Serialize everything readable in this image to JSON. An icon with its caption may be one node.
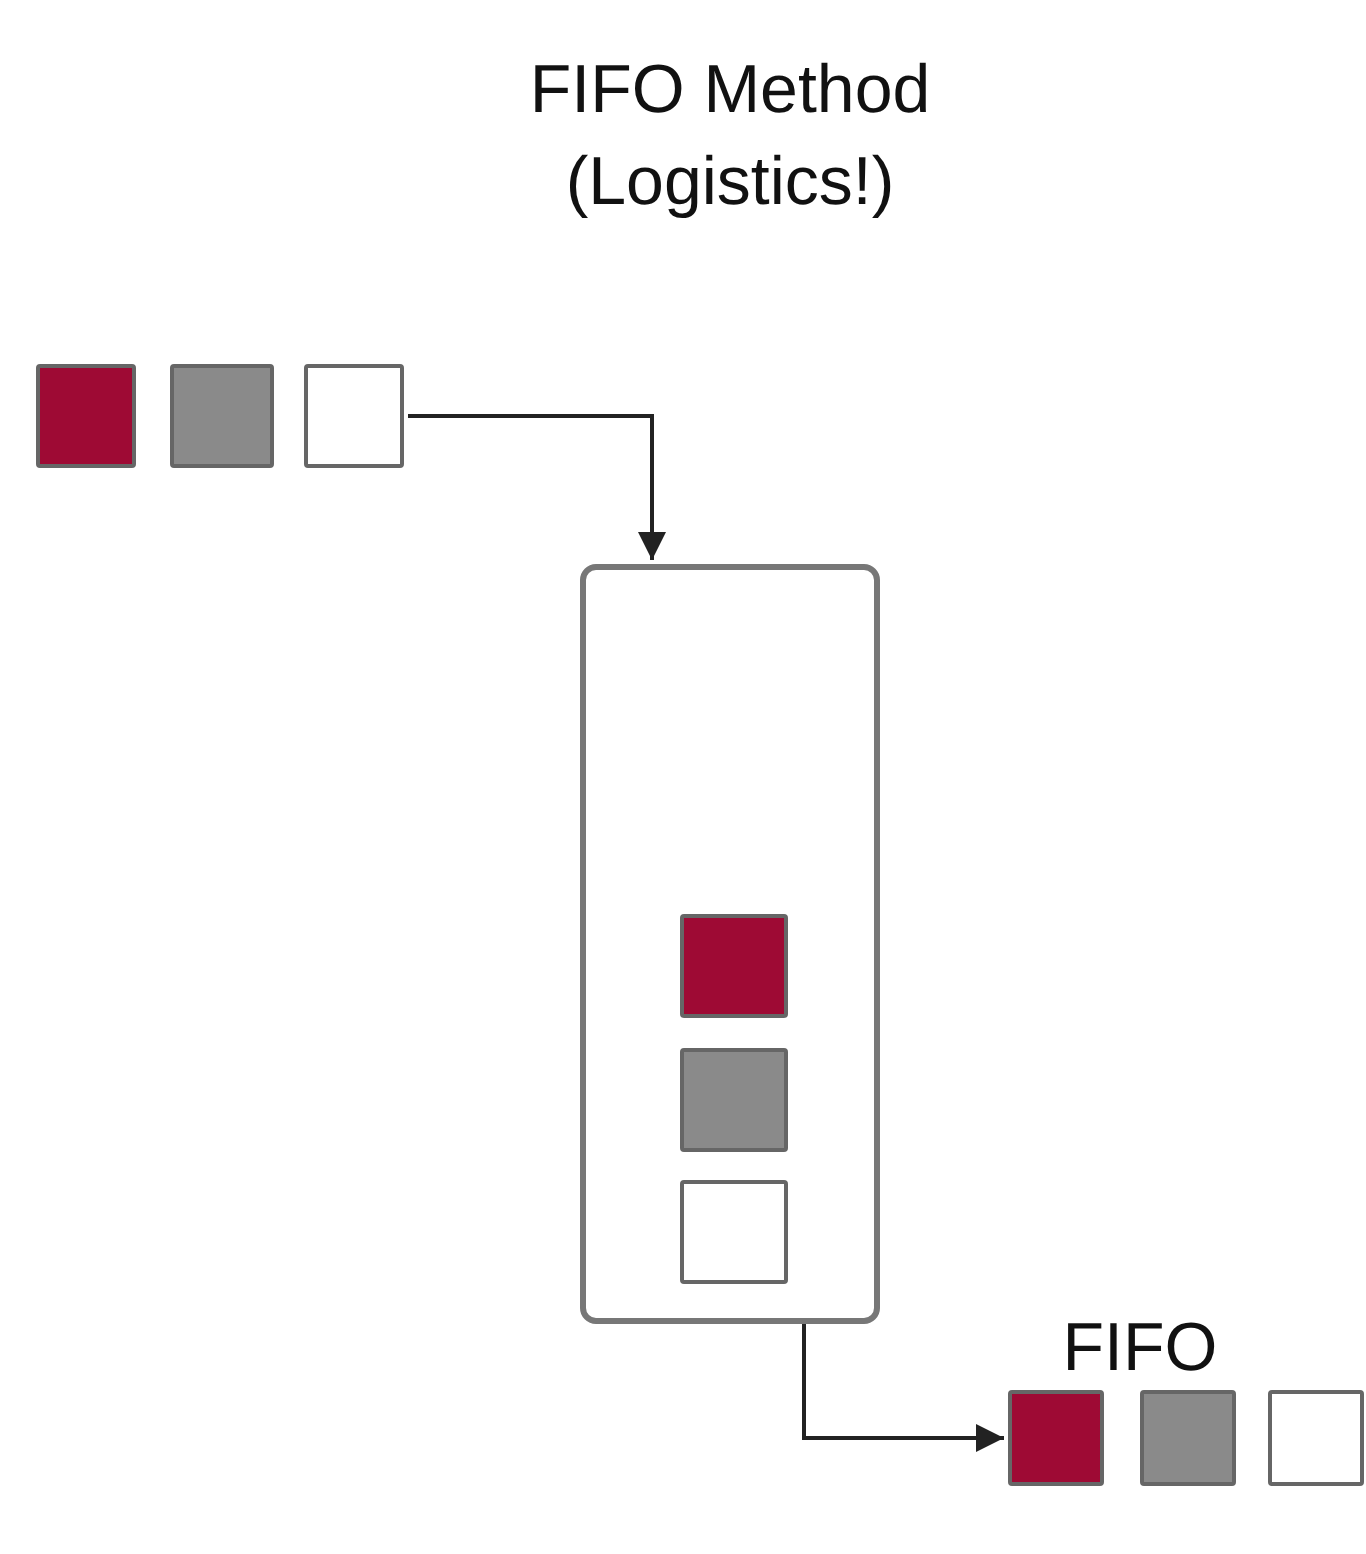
{
  "diagram": {
    "title": "FIFO Method (Logistics!)",
    "nodes": [
      {
        "text": [],
        "shape": "box"
      },
      {
        "text": [],
        "shape": "box"
      },
      {
        "text": [],
        "shape": "box"
      },
      {
        "text": [],
        "shape": "box"
      },
      {
        "text": [],
        "shape": "box",
        "in": 3
      },
      {
        "text": [],
        "shape": "box",
        "in": 3
      },
      {
        "text": [],
        "shape": "box",
        "in": 3
      },
      {
        "text": [],
        "shape": "box"
      },
      {
        "text": [],
        "shape": "box"
      },
      {
        "text": [],
        "shape": "box"
      }
    ],
    "edges": [
      {
        "from": 2,
        "to": 3,
        "arrow": "to"
      },
      {
        "from": 3,
        "to": 7,
        "arrow": "to"
      }
    ],
    "labels": [
      "FIFO"
    ]
  }
}
